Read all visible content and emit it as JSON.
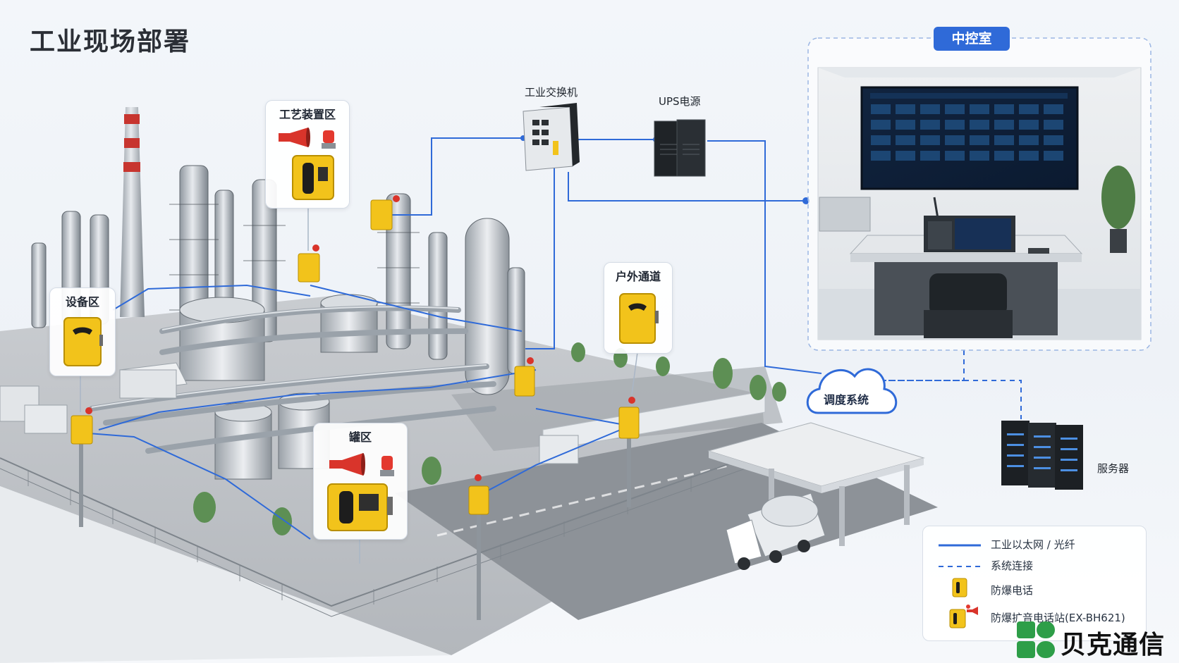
{
  "title": "工业现场部署",
  "zones": {
    "equipment": "设备区",
    "process": "工艺装置区",
    "tank": "罐区",
    "outdoor": "户外通道"
  },
  "devices": {
    "switch": "工业交换机",
    "ups": "UPS电源",
    "server": "服务器"
  },
  "control_room": {
    "label": "中控室"
  },
  "dispatch": {
    "label": "调度系统"
  },
  "legend": {
    "ethernet": "工业以太网 / 光纤",
    "system_link": "系统连接",
    "phone": "防爆电话",
    "pa_station": "防爆扩音电话站(EX-BH621)"
  },
  "brand": {
    "name": "贝克通信"
  },
  "colors": {
    "network_line": "#2f6ad8",
    "control_tab": "#2f6ad8",
    "phone_yellow": "#f2c31b",
    "horn_red": "#d9342b",
    "brand_green": "#2e9e48"
  }
}
